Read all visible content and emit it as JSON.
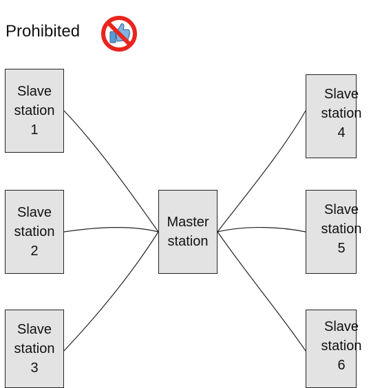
{
  "prohibited": {
    "label": "Prohibited",
    "icon": "prohibited-thumbs-up-icon"
  },
  "master": {
    "label": "Master\nstation"
  },
  "slaves": [
    {
      "label": "Slave\nstation\n1"
    },
    {
      "label": "Slave\nstation\n2"
    },
    {
      "label": "Slave\nstation\n3"
    },
    {
      "label": "Slave\nstation\n4"
    },
    {
      "label": "Slave\nstation\n5"
    },
    {
      "label": "Slave\nstation\n6"
    }
  ],
  "colors": {
    "box_fill": "#e3e3e3",
    "stroke": "#222222",
    "sign_red": "#e8251d",
    "thumb_blue": "#5b9bd5"
  }
}
